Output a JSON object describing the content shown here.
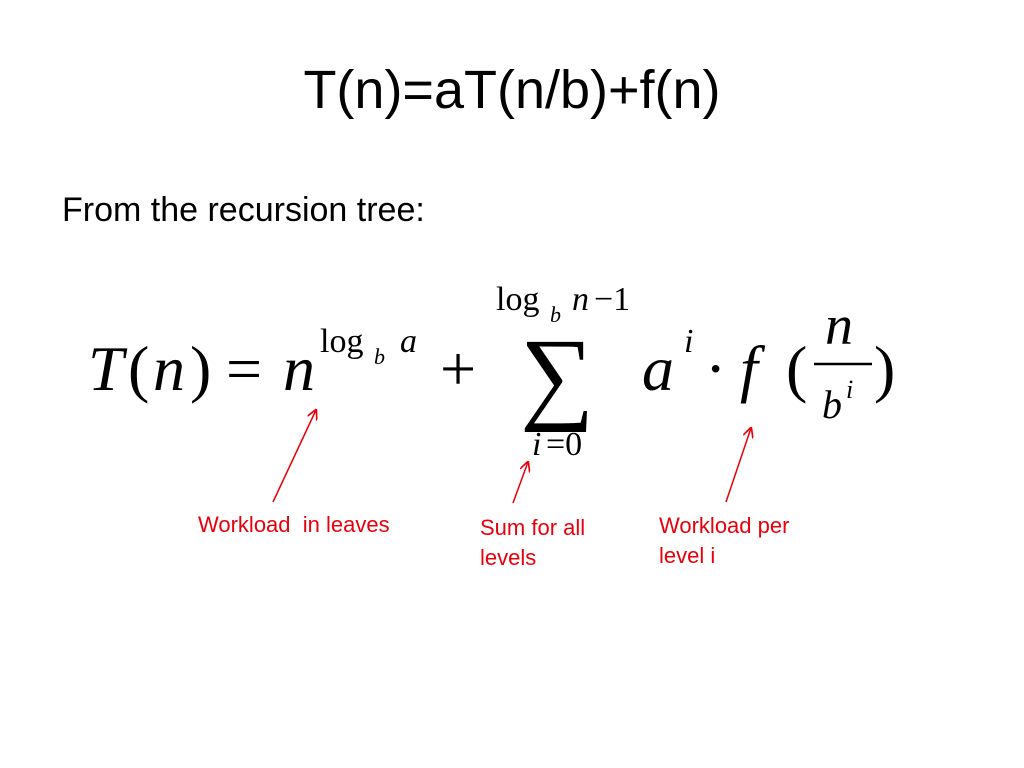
{
  "slide": {
    "title": "T(n)=aT(n/b)+f(n)",
    "intro": "From the recursion tree:"
  },
  "formula": {
    "lhs_T": "T",
    "lhs_open": "(",
    "lhs_n": "n",
    "lhs_close": ")",
    "equals": "=",
    "base_n": "n",
    "exp_log": "log",
    "exp_sub_b": "b",
    "exp_a": "a",
    "plus": "+",
    "sigma": "∑",
    "upper_log": "log",
    "upper_sub_b": "b",
    "upper_n": "n",
    "upper_minus_one": "−1",
    "lower_i": "i",
    "lower_eq_zero": "=0",
    "term_a": "a",
    "term_a_exp": "i",
    "dot": "·",
    "f": "f",
    "open_paren": "(",
    "frac_num": "n",
    "frac_den": "b",
    "frac_den_exp": "i",
    "close_paren": ")"
  },
  "annotations": {
    "leaves": "Workload  in leaves",
    "sum": "Sum for all levels",
    "level": "Workload per level i"
  },
  "colors": {
    "annotation": "#e8000b",
    "text": "#000000",
    "background": "#ffffff"
  }
}
